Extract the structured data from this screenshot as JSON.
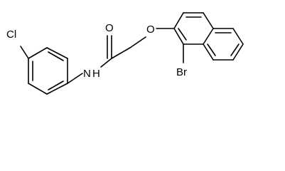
{
  "molecule": {
    "atoms": {
      "cl": "Cl",
      "n": "N",
      "h": "H",
      "o_carbonyl": "O",
      "o_ether": "O",
      "br": "Br"
    }
  }
}
